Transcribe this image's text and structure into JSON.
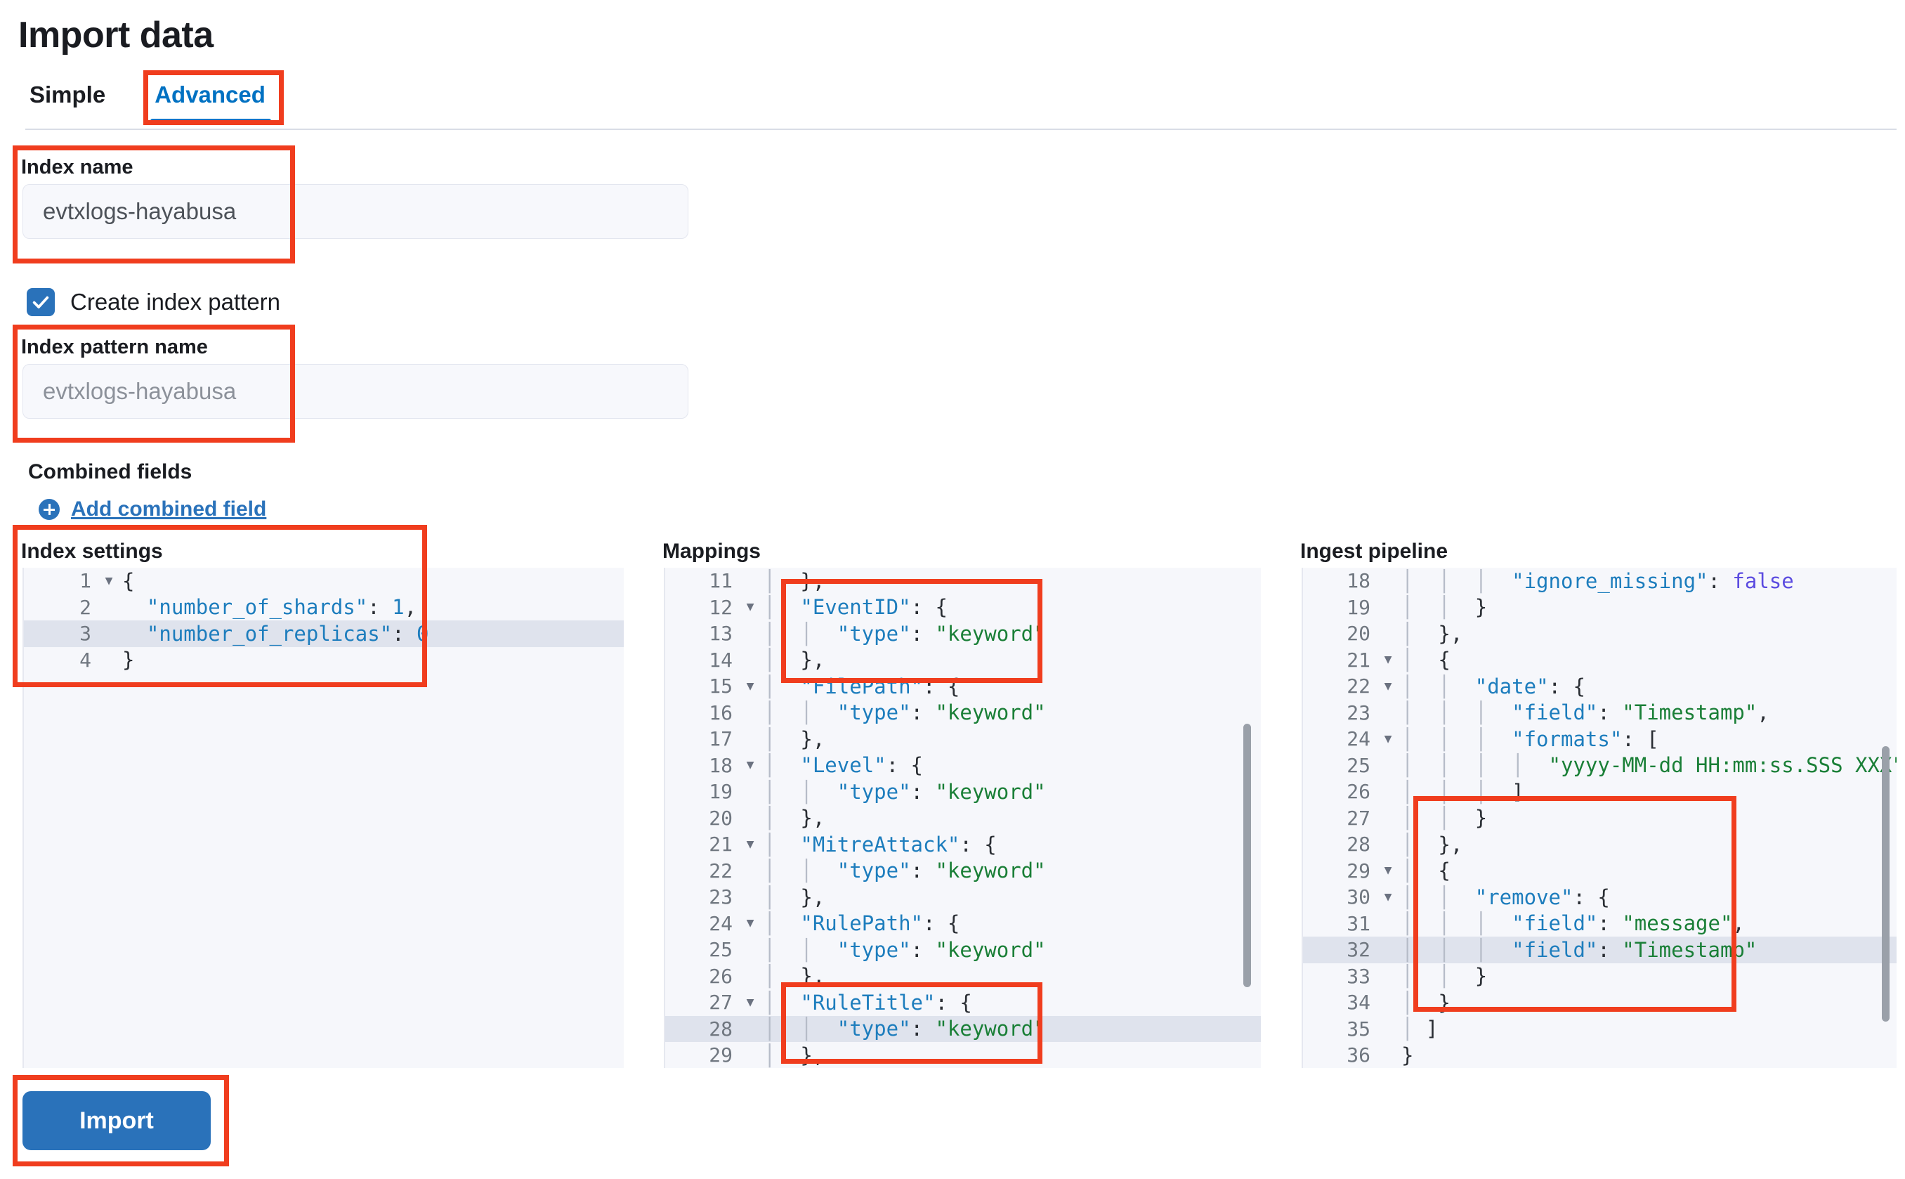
{
  "header": {
    "title": "Import data"
  },
  "tabs": [
    {
      "label": "Simple",
      "active": false
    },
    {
      "label": "Advanced",
      "active": true
    }
  ],
  "form": {
    "index_name_label": "Index name",
    "index_name_value": "evtxlogs-hayabusa",
    "create_index_pattern_label": "Create index pattern",
    "create_index_pattern_checked": true,
    "index_pattern_name_label": "Index pattern name",
    "index_pattern_name_placeholder": "evtxlogs-hayabusa",
    "combined_fields_label": "Combined fields",
    "add_combined_field_label": "Add combined field"
  },
  "editors": {
    "index_settings": {
      "title": "Index settings",
      "lines": [
        {
          "n": "1",
          "fold": true,
          "hl": false,
          "tokens": [
            {
              "t": "pun",
              "v": "{"
            }
          ]
        },
        {
          "n": "2",
          "fold": false,
          "hl": false,
          "tokens": [
            {
              "t": "pun",
              "v": "  "
            },
            {
              "t": "key",
              "v": "\"number_of_shards\""
            },
            {
              "t": "pun",
              "v": ": "
            },
            {
              "t": "num",
              "v": "1"
            },
            {
              "t": "pun",
              "v": ","
            }
          ]
        },
        {
          "n": "3",
          "fold": false,
          "hl": true,
          "tokens": [
            {
              "t": "pun",
              "v": "  "
            },
            {
              "t": "key",
              "v": "\"number_of_replicas\""
            },
            {
              "t": "pun",
              "v": ": "
            },
            {
              "t": "num",
              "v": "0"
            }
          ]
        },
        {
          "n": "4",
          "fold": false,
          "hl": false,
          "tokens": [
            {
              "t": "pun",
              "v": "}"
            }
          ]
        }
      ]
    },
    "mappings": {
      "title": "Mappings",
      "lines": [
        {
          "n": "11",
          "fold": false,
          "hl": false,
          "tokens": [
            {
              "t": "guide",
              "v": "│  "
            },
            {
              "t": "pun",
              "v": "},"
            }
          ]
        },
        {
          "n": "12",
          "fold": true,
          "hl": false,
          "tokens": [
            {
              "t": "guide",
              "v": "│  "
            },
            {
              "t": "key",
              "v": "\"EventID\""
            },
            {
              "t": "pun",
              "v": ": {"
            }
          ]
        },
        {
          "n": "13",
          "fold": false,
          "hl": false,
          "tokens": [
            {
              "t": "guide",
              "v": "│  │  "
            },
            {
              "t": "key",
              "v": "\"type\""
            },
            {
              "t": "pun",
              "v": ": "
            },
            {
              "t": "str",
              "v": "\"keyword\""
            }
          ]
        },
        {
          "n": "14",
          "fold": false,
          "hl": false,
          "tokens": [
            {
              "t": "guide",
              "v": "│  "
            },
            {
              "t": "pun",
              "v": "},"
            }
          ]
        },
        {
          "n": "15",
          "fold": true,
          "hl": false,
          "tokens": [
            {
              "t": "guide",
              "v": "│  "
            },
            {
              "t": "key",
              "v": "\"FilePath\""
            },
            {
              "t": "pun",
              "v": ": {"
            }
          ]
        },
        {
          "n": "16",
          "fold": false,
          "hl": false,
          "tokens": [
            {
              "t": "guide",
              "v": "│  │  "
            },
            {
              "t": "key",
              "v": "\"type\""
            },
            {
              "t": "pun",
              "v": ": "
            },
            {
              "t": "str",
              "v": "\"keyword\""
            }
          ]
        },
        {
          "n": "17",
          "fold": false,
          "hl": false,
          "tokens": [
            {
              "t": "guide",
              "v": "│  "
            },
            {
              "t": "pun",
              "v": "},"
            }
          ]
        },
        {
          "n": "18",
          "fold": true,
          "hl": false,
          "tokens": [
            {
              "t": "guide",
              "v": "│  "
            },
            {
              "t": "key",
              "v": "\"Level\""
            },
            {
              "t": "pun",
              "v": ": {"
            }
          ]
        },
        {
          "n": "19",
          "fold": false,
          "hl": false,
          "tokens": [
            {
              "t": "guide",
              "v": "│  │  "
            },
            {
              "t": "key",
              "v": "\"type\""
            },
            {
              "t": "pun",
              "v": ": "
            },
            {
              "t": "str",
              "v": "\"keyword\""
            }
          ]
        },
        {
          "n": "20",
          "fold": false,
          "hl": false,
          "tokens": [
            {
              "t": "guide",
              "v": "│  "
            },
            {
              "t": "pun",
              "v": "},"
            }
          ]
        },
        {
          "n": "21",
          "fold": true,
          "hl": false,
          "tokens": [
            {
              "t": "guide",
              "v": "│  "
            },
            {
              "t": "key",
              "v": "\"MitreAttack\""
            },
            {
              "t": "pun",
              "v": ": {"
            }
          ]
        },
        {
          "n": "22",
          "fold": false,
          "hl": false,
          "tokens": [
            {
              "t": "guide",
              "v": "│  │  "
            },
            {
              "t": "key",
              "v": "\"type\""
            },
            {
              "t": "pun",
              "v": ": "
            },
            {
              "t": "str",
              "v": "\"keyword\""
            }
          ]
        },
        {
          "n": "23",
          "fold": false,
          "hl": false,
          "tokens": [
            {
              "t": "guide",
              "v": "│  "
            },
            {
              "t": "pun",
              "v": "},"
            }
          ]
        },
        {
          "n": "24",
          "fold": true,
          "hl": false,
          "tokens": [
            {
              "t": "guide",
              "v": "│  "
            },
            {
              "t": "key",
              "v": "\"RulePath\""
            },
            {
              "t": "pun",
              "v": ": {"
            }
          ]
        },
        {
          "n": "25",
          "fold": false,
          "hl": false,
          "tokens": [
            {
              "t": "guide",
              "v": "│  │  "
            },
            {
              "t": "key",
              "v": "\"type\""
            },
            {
              "t": "pun",
              "v": ": "
            },
            {
              "t": "str",
              "v": "\"keyword\""
            }
          ]
        },
        {
          "n": "26",
          "fold": false,
          "hl": false,
          "tokens": [
            {
              "t": "guide",
              "v": "│  "
            },
            {
              "t": "pun",
              "v": "},"
            }
          ]
        },
        {
          "n": "27",
          "fold": true,
          "hl": false,
          "tokens": [
            {
              "t": "guide",
              "v": "│  "
            },
            {
              "t": "key",
              "v": "\"RuleTitle\""
            },
            {
              "t": "pun",
              "v": ": {"
            }
          ]
        },
        {
          "n": "28",
          "fold": false,
          "hl": true,
          "tokens": [
            {
              "t": "guide",
              "v": "│  │  "
            },
            {
              "t": "key",
              "v": "\"type\""
            },
            {
              "t": "pun",
              "v": ": "
            },
            {
              "t": "str",
              "v": "\"keyword\""
            }
          ]
        },
        {
          "n": "29",
          "fold": false,
          "hl": false,
          "tokens": [
            {
              "t": "guide",
              "v": "│  "
            },
            {
              "t": "pun",
              "v": "},"
            }
          ]
        }
      ]
    },
    "ingest_pipeline": {
      "title": "Ingest pipeline",
      "lines": [
        {
          "n": "18",
          "fold": false,
          "hl": false,
          "tokens": [
            {
              "t": "guide",
              "v": "│  │  │  "
            },
            {
              "t": "key",
              "v": "\"ignore_missing\""
            },
            {
              "t": "pun",
              "v": ": "
            },
            {
              "t": "bool",
              "v": "false"
            }
          ]
        },
        {
          "n": "19",
          "fold": false,
          "hl": false,
          "tokens": [
            {
              "t": "guide",
              "v": "│  │  "
            },
            {
              "t": "pun",
              "v": "}"
            }
          ]
        },
        {
          "n": "20",
          "fold": false,
          "hl": false,
          "tokens": [
            {
              "t": "guide",
              "v": "│  "
            },
            {
              "t": "pun",
              "v": "},"
            }
          ]
        },
        {
          "n": "21",
          "fold": true,
          "hl": false,
          "tokens": [
            {
              "t": "guide",
              "v": "│  "
            },
            {
              "t": "pun",
              "v": "{"
            }
          ]
        },
        {
          "n": "22",
          "fold": true,
          "hl": false,
          "tokens": [
            {
              "t": "guide",
              "v": "│  │  "
            },
            {
              "t": "key",
              "v": "\"date\""
            },
            {
              "t": "pun",
              "v": ": {"
            }
          ]
        },
        {
          "n": "23",
          "fold": false,
          "hl": false,
          "tokens": [
            {
              "t": "guide",
              "v": "│  │  │  "
            },
            {
              "t": "key",
              "v": "\"field\""
            },
            {
              "t": "pun",
              "v": ": "
            },
            {
              "t": "str",
              "v": "\"Timestamp\""
            },
            {
              "t": "pun",
              "v": ","
            }
          ]
        },
        {
          "n": "24",
          "fold": true,
          "hl": false,
          "tokens": [
            {
              "t": "guide",
              "v": "│  │  │  "
            },
            {
              "t": "key",
              "v": "\"formats\""
            },
            {
              "t": "pun",
              "v": ": ["
            }
          ]
        },
        {
          "n": "25",
          "fold": false,
          "hl": false,
          "tokens": [
            {
              "t": "guide",
              "v": "│  │  │  │  "
            },
            {
              "t": "str",
              "v": "\"yyyy-MM-dd HH:mm:ss.SSS XXX\""
            }
          ]
        },
        {
          "n": "26",
          "fold": false,
          "hl": false,
          "tokens": [
            {
              "t": "guide",
              "v": "│  │  │  "
            },
            {
              "t": "pun",
              "v": "]"
            }
          ]
        },
        {
          "n": "27",
          "fold": false,
          "hl": false,
          "tokens": [
            {
              "t": "guide",
              "v": "│  │  "
            },
            {
              "t": "pun",
              "v": "}"
            }
          ]
        },
        {
          "n": "28",
          "fold": false,
          "hl": false,
          "tokens": [
            {
              "t": "guide",
              "v": "│  "
            },
            {
              "t": "pun",
              "v": "},"
            }
          ]
        },
        {
          "n": "29",
          "fold": true,
          "hl": false,
          "tokens": [
            {
              "t": "guide",
              "v": "│  "
            },
            {
              "t": "pun",
              "v": "{"
            }
          ]
        },
        {
          "n": "30",
          "fold": true,
          "hl": false,
          "tokens": [
            {
              "t": "guide",
              "v": "│  │  "
            },
            {
              "t": "key",
              "v": "\"remove\""
            },
            {
              "t": "pun",
              "v": ": {"
            }
          ]
        },
        {
          "n": "31",
          "fold": false,
          "hl": false,
          "tokens": [
            {
              "t": "guide",
              "v": "│  │  │  "
            },
            {
              "t": "key",
              "v": "\"field\""
            },
            {
              "t": "pun",
              "v": ": "
            },
            {
              "t": "str",
              "v": "\"message\""
            },
            {
              "t": "pun",
              "v": ","
            }
          ]
        },
        {
          "n": "32",
          "fold": false,
          "hl": true,
          "tokens": [
            {
              "t": "guide",
              "v": "│  │  │  "
            },
            {
              "t": "key",
              "v": "\"field\""
            },
            {
              "t": "pun",
              "v": ": "
            },
            {
              "t": "str",
              "v": "\"Timestamp\""
            }
          ]
        },
        {
          "n": "33",
          "fold": false,
          "hl": false,
          "tokens": [
            {
              "t": "guide",
              "v": "│  │  "
            },
            {
              "t": "pun",
              "v": "}"
            }
          ]
        },
        {
          "n": "34",
          "fold": false,
          "hl": false,
          "tokens": [
            {
              "t": "guide",
              "v": "│  "
            },
            {
              "t": "pun",
              "v": "}"
            }
          ]
        },
        {
          "n": "35",
          "fold": false,
          "hl": false,
          "tokens": [
            {
              "t": "guide",
              "v": "│ "
            },
            {
              "t": "pun",
              "v": "]"
            }
          ]
        },
        {
          "n": "36",
          "fold": false,
          "hl": false,
          "tokens": [
            {
              "t": "pun",
              "v": "}"
            }
          ]
        }
      ]
    }
  },
  "footer": {
    "import_label": "Import"
  },
  "colors": {
    "accent_blue": "#2a72ba",
    "link_blue": "#0071c2",
    "annotation_red": "#f03d1e",
    "editor_bg": "#f6f7fb",
    "highlight_row": "#dfe3ed"
  }
}
